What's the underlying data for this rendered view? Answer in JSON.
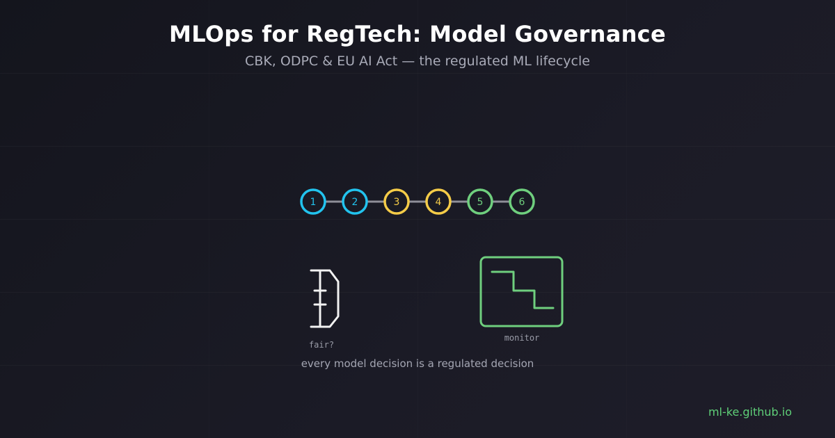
{
  "header": {
    "title": "MLOps for RegTech: Model Governance",
    "subtitle": "CBK, ODPC & EU AI Act — the regulated ML lifecycle"
  },
  "pipeline": {
    "steps": [
      {
        "label": "1",
        "color": "#22c3ee"
      },
      {
        "label": "2",
        "color": "#22c3ee"
      },
      {
        "label": "3",
        "color": "#f5cc48"
      },
      {
        "label": "4",
        "color": "#f5cc48"
      },
      {
        "label": "5",
        "color": "#6fcf7e"
      },
      {
        "label": "6",
        "color": "#6fcf7e"
      }
    ],
    "connector_color": "#8e8e98"
  },
  "fairness": {
    "label": "fair?",
    "color": "#f2f2f2"
  },
  "monitor": {
    "label": "monitor",
    "color": "#6fcf7e"
  },
  "caption": "every model decision is a regulated decision",
  "footer": {
    "link": "ml-ke.github.io",
    "color": "#5fcf78"
  }
}
